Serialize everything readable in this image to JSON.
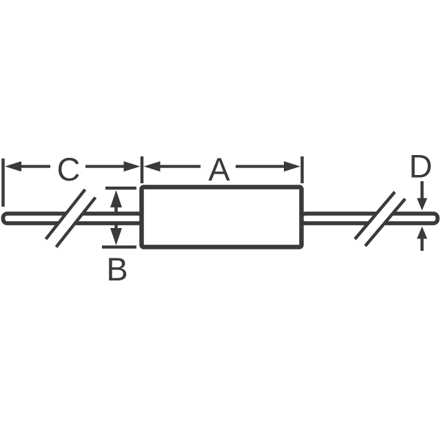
{
  "diagram": {
    "kind": "axial-lead-component-dimension-drawing",
    "colors": {
      "stroke": "#3A3A3C",
      "background": "#FFFFFF",
      "fill": "#FFFFFF"
    },
    "labels": {
      "a": "A",
      "b": "B",
      "c": "C",
      "d": "D"
    }
  }
}
